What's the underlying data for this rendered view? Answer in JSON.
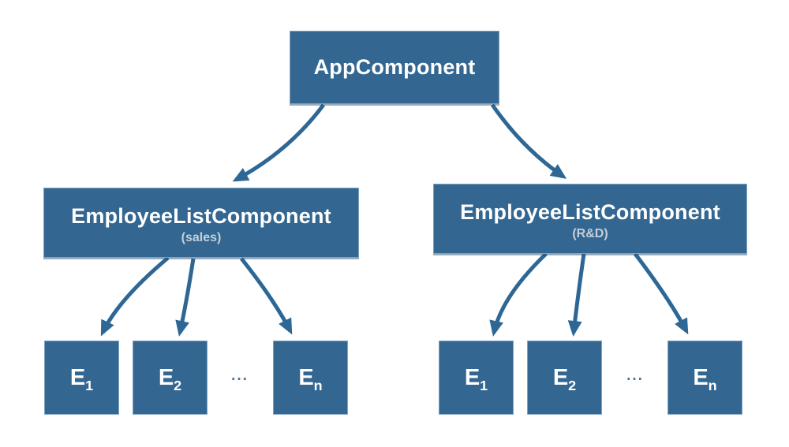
{
  "diagram": {
    "background_color": "#ffffff",
    "node_fill_color": "#336791",
    "arrow_color": "#2d6795",
    "title_color": "#ffffff",
    "subtitle_color": "#c6cfd9",
    "ellipsis_color": "#4a739d"
  },
  "root": {
    "label": "AppComponent"
  },
  "groups": [
    {
      "label": "EmployeeListComponent",
      "sublabel": "(sales)",
      "ellipsis": "...",
      "employees": [
        {
          "base": "E",
          "sub": "1"
        },
        {
          "base": "E",
          "sub": "2"
        },
        {
          "base": "E",
          "sub": "n"
        }
      ]
    },
    {
      "label": "EmployeeListComponent",
      "sublabel": "(R&D)",
      "ellipsis": "...",
      "employees": [
        {
          "base": "E",
          "sub": "1"
        },
        {
          "base": "E",
          "sub": "2"
        },
        {
          "base": "E",
          "sub": "n"
        }
      ]
    }
  ]
}
